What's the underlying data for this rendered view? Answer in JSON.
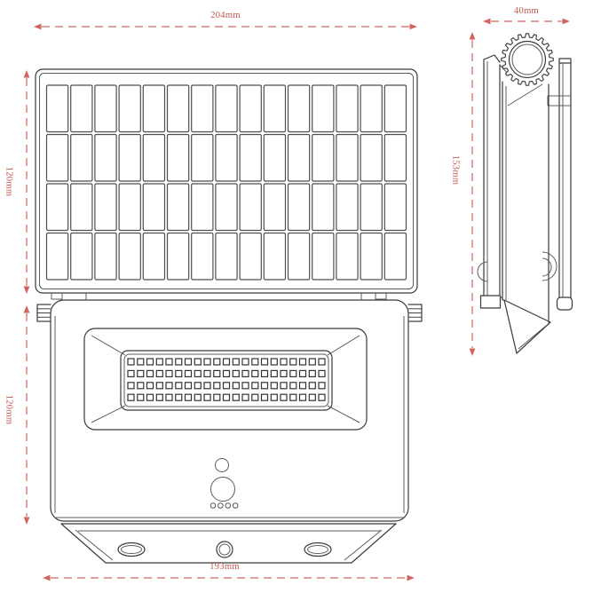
{
  "page": {
    "background": "#ffffff"
  },
  "colors": {
    "line": "#3a3a3a",
    "detail": "#5d5d5d",
    "dimension": "#d4645f",
    "label": "#c2544e"
  },
  "views": {
    "solar_panel_front": {
      "width_label": "204mm",
      "height_label": "120mm",
      "cell_grid": {
        "columns": 15,
        "rows": 4
      }
    },
    "floodlight_front": {
      "height_label": "120mm",
      "base_width_label": "193mm",
      "led_grid": {
        "columns": 21,
        "rows": 4
      },
      "indicator_dot_count": 4,
      "hinge_fin_lines": 5,
      "bracket_hole_count": 3
    },
    "side": {
      "width_label": "40mm",
      "height_label": "153mm",
      "gear_teeth": 20
    }
  }
}
